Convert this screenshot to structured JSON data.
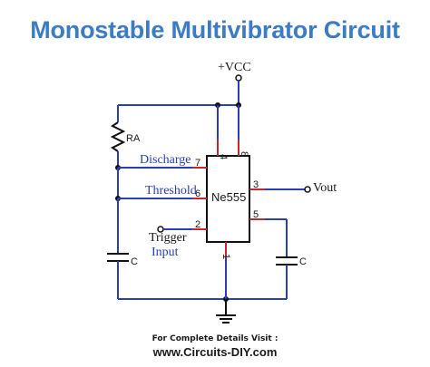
{
  "title": "Monostable Multivibrator Circuit",
  "labels": {
    "vcc": "+VCC",
    "resistor": "RA",
    "discharge": "Discharge",
    "threshold": "Threshold",
    "trigger": "Trigger",
    "input": "Input",
    "ic": "Ne555",
    "vout": "Vout",
    "cap1": "C",
    "cap2": "C"
  },
  "pins": {
    "p4": "4",
    "p8": "8",
    "p7": "7",
    "p6": "6",
    "p3": "3",
    "p2": "2",
    "p5": "5",
    "p1": "1"
  },
  "footer": {
    "line1": "For Complete Details Visit :",
    "line2": "www.Circuits-DIY.com"
  },
  "colors": {
    "title": "#3b7cc4",
    "wire": "#2a3fb5",
    "pin": "#c0282d"
  }
}
